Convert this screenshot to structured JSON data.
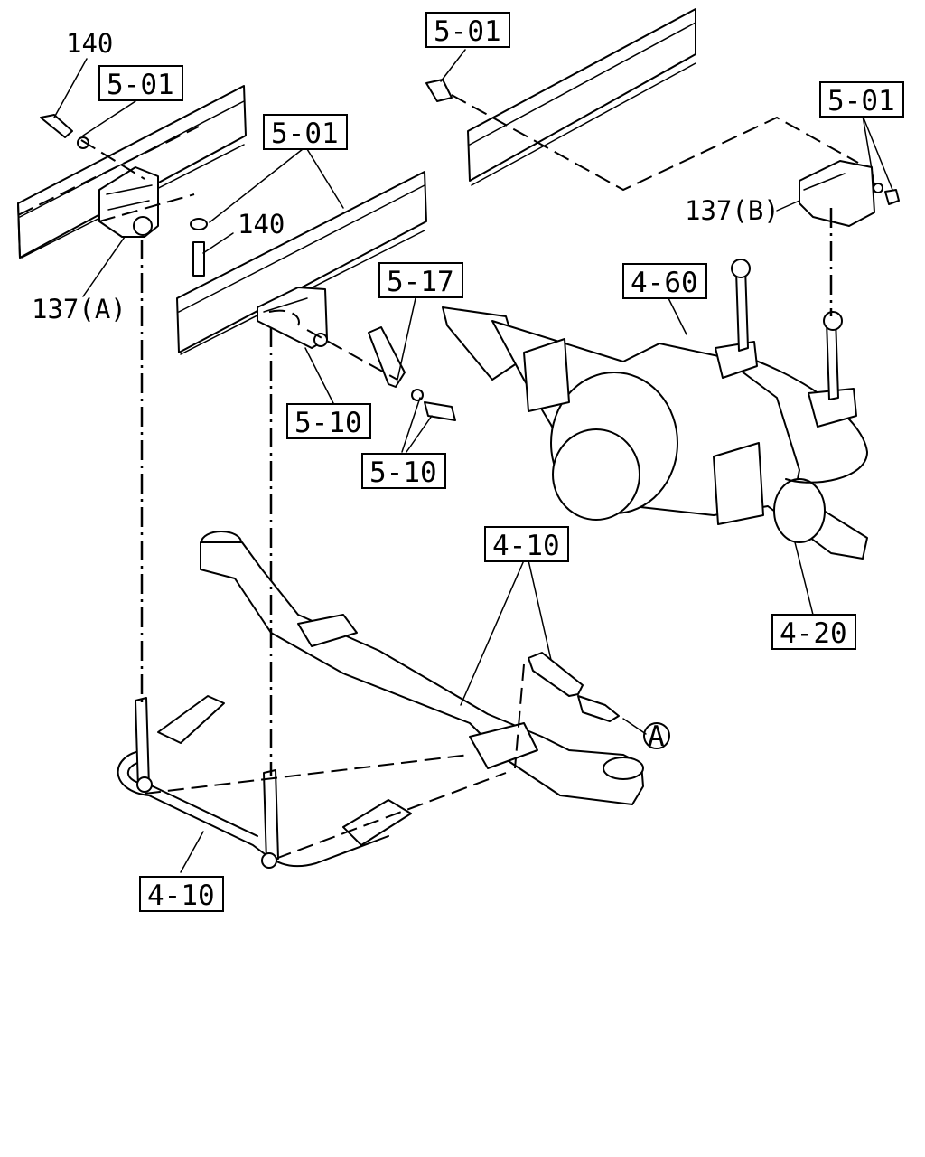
{
  "labels": {
    "ref_5_01_top": "5-01",
    "ref_5_01_left": "5-01",
    "ref_5_01_mid": "5-01",
    "ref_5_01_right": "5-01",
    "ref_5_17": "5-17",
    "ref_5_10_a": "5-10",
    "ref_5_10_b": "5-10",
    "ref_4_60": "4-60",
    "ref_4_10_mid": "4-10",
    "ref_4_10_low": "4-10",
    "ref_4_20": "4-20",
    "part_140_a": "140",
    "part_140_b": "140",
    "part_137_a": "137(A)",
    "part_137_b": "137(B)",
    "callout_a": "A"
  }
}
